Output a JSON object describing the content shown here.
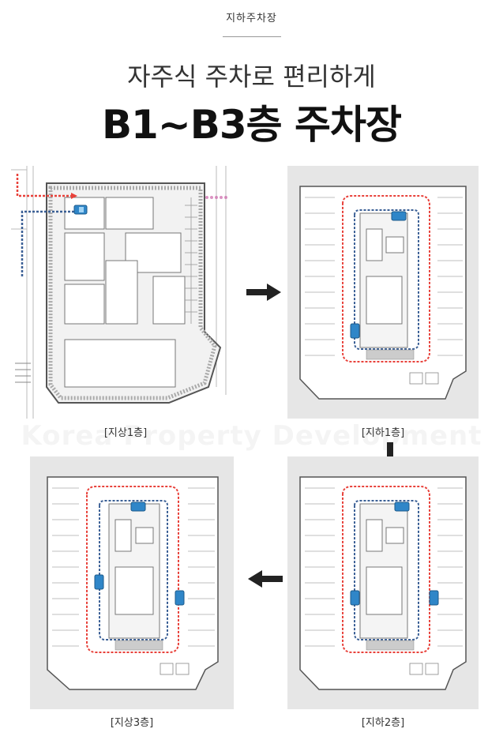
{
  "header": {
    "tag": "지하주차장",
    "title_line1": "자주식 주차로 편리하게",
    "title_line2": "B1~B3층 주차장"
  },
  "watermark": "Korea Property Development",
  "floors": [
    {
      "label": "[지상1층]"
    },
    {
      "label": "[지하1층]"
    },
    {
      "label": "[지하2층]"
    },
    {
      "label": "[지상3층]"
    }
  ],
  "colors": {
    "route_red": "#e8413a",
    "route_blue": "#3a5f95",
    "car_blue": "#2f86c8",
    "arrow_dark": "#222222"
  },
  "icons": {
    "flow_arrows": [
      "arrow-right-icon",
      "arrow-down-icon",
      "arrow-left-icon"
    ],
    "vehicle": "car-icon",
    "accessible": "wheelchair-icon"
  }
}
